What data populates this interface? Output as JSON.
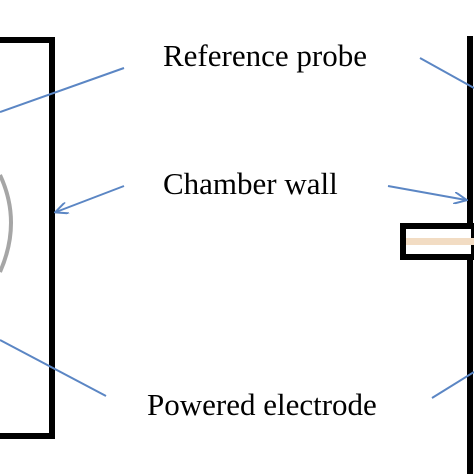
{
  "labels": {
    "reference_probe": "Reference probe",
    "chamber_wall": "Chamber wall",
    "powered_electrode": "Powered electrode"
  },
  "colors": {
    "background": "#ffffff",
    "wall": "#000000",
    "arrow": "#5b86c4",
    "probe_ring": "#a6a6a6",
    "electrode_fill": "#f2dcc3"
  }
}
